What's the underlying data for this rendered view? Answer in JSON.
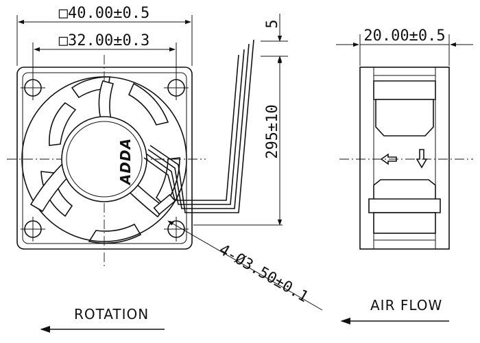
{
  "front_view": {
    "outer_size": "□40.00±0.5",
    "blade_size": "□32.00±0.3",
    "lead_offset": "5",
    "lead_length": "295±10",
    "hole_spec": "4-Ø3.50±0.1",
    "hub_logo": "ADDA",
    "direction_label": "ROTATION"
  },
  "side_view": {
    "depth": "20.00±0.5",
    "direction_label": "AIR FLOW"
  }
}
